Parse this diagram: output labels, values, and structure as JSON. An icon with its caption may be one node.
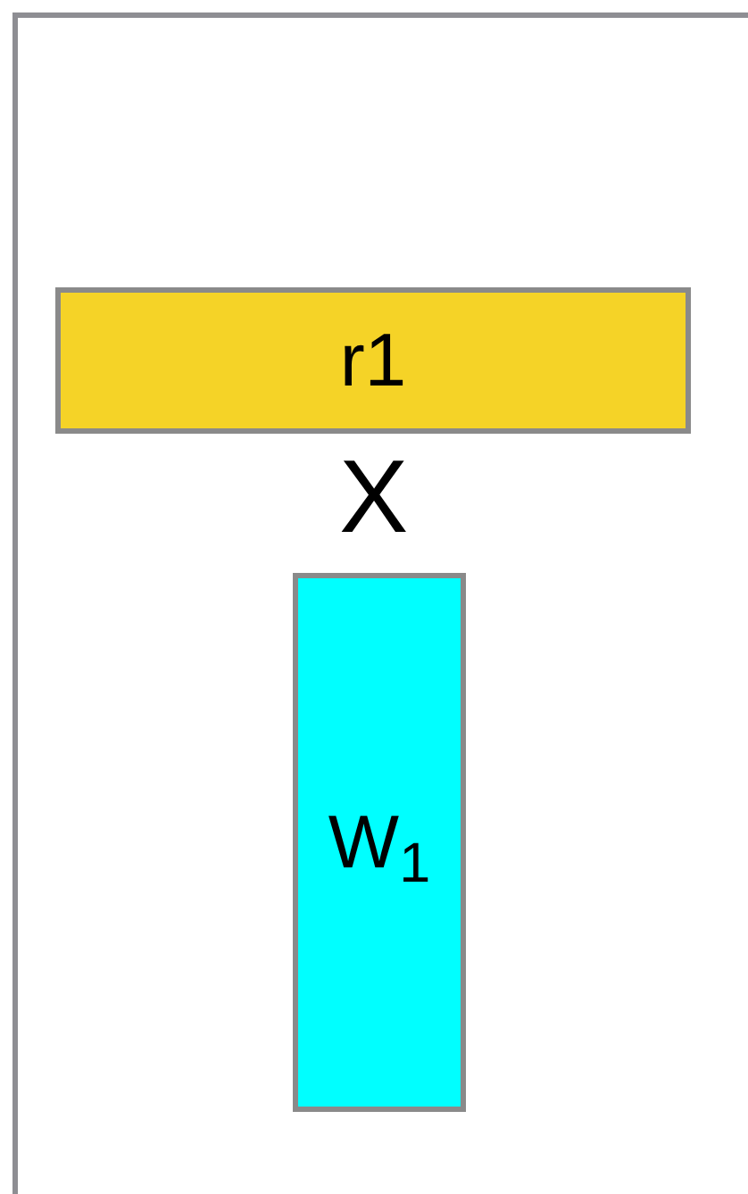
{
  "diagram": {
    "nodes": [
      {
        "text": [],
        "shape": "box"
      },
      {
        "text": [
          "r1"
        ],
        "in": 0
      },
      {
        "text": [
          "W$_{1}$"
        ],
        "in": 0
      }
    ],
    "labels": [
      "X"
    ]
  }
}
